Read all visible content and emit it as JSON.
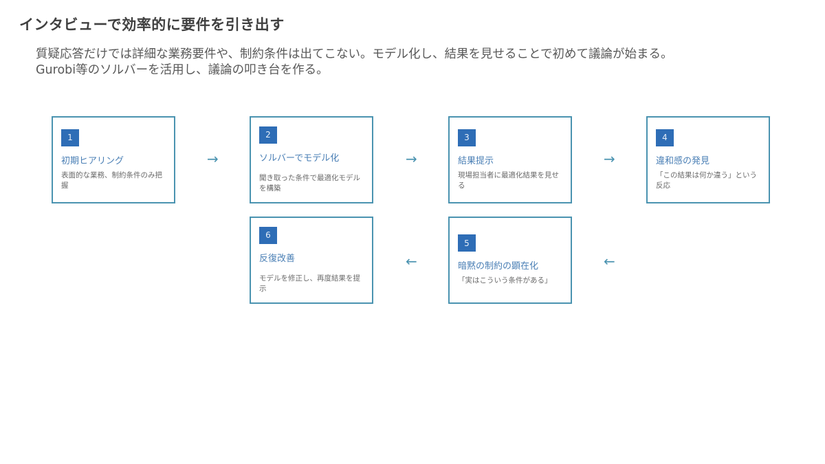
{
  "title": "インタビューで効率的に要件を引き出す",
  "subtitle": [
    "質疑応答だけでは詳細な業務要件や、制約条件は出てこない。モデル化し、結果を見せることで初めて議論が始まる。",
    "Gurobi等のソルバーを活用し、議論の叩き台を作る。"
  ],
  "steps": [
    {
      "num": "1",
      "title": "初期ヒアリング",
      "desc": "表面的な業務、制約条件のみ把握"
    },
    {
      "num": "2",
      "title": "ソルバーでモデル化",
      "desc": "聞き取った条件で最適化モデルを構築"
    },
    {
      "num": "3",
      "title": "結果提示",
      "desc": "現場担当者に最適化結果を見せる"
    },
    {
      "num": "4",
      "title": "違和感の発見",
      "desc": "「この結果は何か違う」という反応"
    },
    {
      "num": "5",
      "title": "暗黙の制約の顕在化",
      "desc": "「実はこういう条件がある」"
    },
    {
      "num": "6",
      "title": "反復改善",
      "desc": "モデルを修正し、再度結果を提示"
    }
  ],
  "arrows": {
    "right": "→",
    "left": "←"
  },
  "colors": {
    "accent": "#2e6db6",
    "border": "#4a93b0"
  }
}
